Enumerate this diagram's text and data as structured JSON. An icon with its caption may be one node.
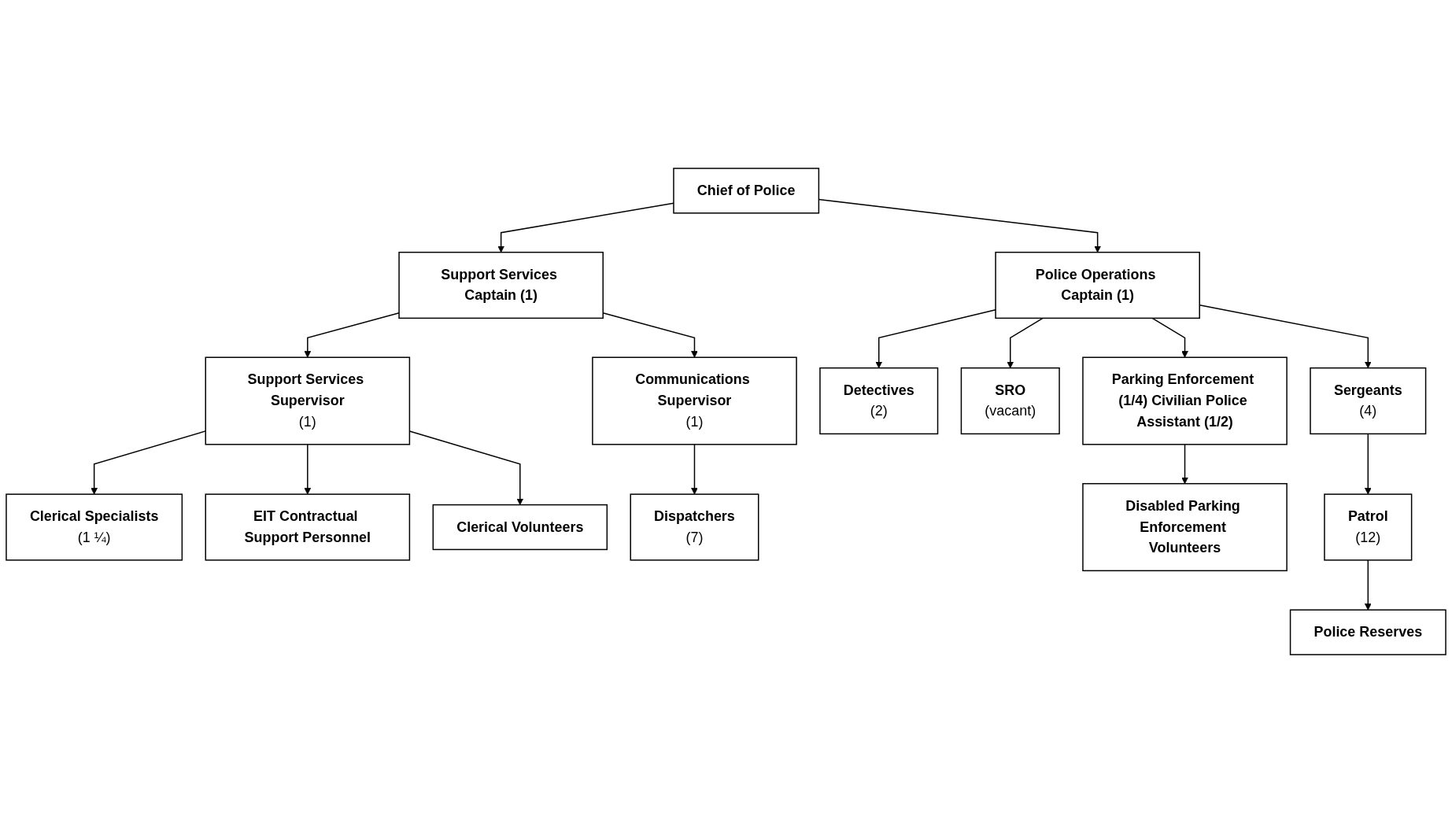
{
  "diagram": {
    "nodes": [
      {
        "text": [
          "Chief of Police"
        ]
      },
      {
        "text": [
          "Support Services Captain (1)"
        ]
      },
      {
        "text": [
          "Police Operations Captain (1)"
        ]
      },
      {
        "text": [
          "Support Services Supervisor",
          "(1)"
        ]
      },
      {
        "text": [
          "Communications Supervisor",
          "(1)"
        ]
      },
      {
        "text": [
          "Detectives",
          "(2)"
        ]
      },
      {
        "text": [
          "Sergeants",
          "(4)"
        ]
      },
      {
        "text": [
          "Clerical Specialists",
          "(1 ¼)"
        ]
      },
      {
        "text": [
          "Clerical Volunteers"
        ]
      },
      {
        "text": [
          "Dispatchers",
          "(7)"
        ]
      },
      {
        "text": [
          "SRO",
          "(vacant)"
        ]
      },
      {
        "text": [
          "Patrol",
          "(12)"
        ]
      },
      {
        "text": [
          "EIT Contractual Support Personnel"
        ]
      },
      {
        "text": [
          "Parking Enforcement (1/4) Civilian Police Assistant (1/2)"
        ]
      },
      {
        "text": [
          "Police Reserves"
        ]
      },
      {
        "text": [
          "Disabled Parking Enforcement Volunteers"
        ]
      }
    ],
    "edges": [
      {
        "from": 0,
        "to": 1,
        "arrow": "to"
      },
      {
        "from": 0,
        "to": 2,
        "arrow": "to"
      },
      {
        "from": 1,
        "to": 3,
        "arrow": "to"
      },
      {
        "from": 1,
        "to": 4,
        "arrow": "to"
      },
      {
        "from": 2,
        "to": 5,
        "arrow": "to"
      },
      {
        "from": 2,
        "to": 10,
        "arrow": "to"
      },
      {
        "from": 2,
        "to": 13,
        "arrow": "to"
      },
      {
        "from": 2,
        "to": 6,
        "arrow": "to"
      },
      {
        "from": 3,
        "to": 7,
        "arrow": "to"
      },
      {
        "from": 3,
        "to": 12,
        "arrow": "to"
      },
      {
        "from": 3,
        "to": 8,
        "arrow": "to"
      },
      {
        "from": 4,
        "to": 9,
        "arrow": "to"
      },
      {
        "from": 6,
        "to": 11,
        "arrow": "to"
      },
      {
        "from": 11,
        "to": 14,
        "arrow": "to"
      },
      {
        "from": 13,
        "to": 15,
        "arrow": "to"
      }
    ]
  }
}
